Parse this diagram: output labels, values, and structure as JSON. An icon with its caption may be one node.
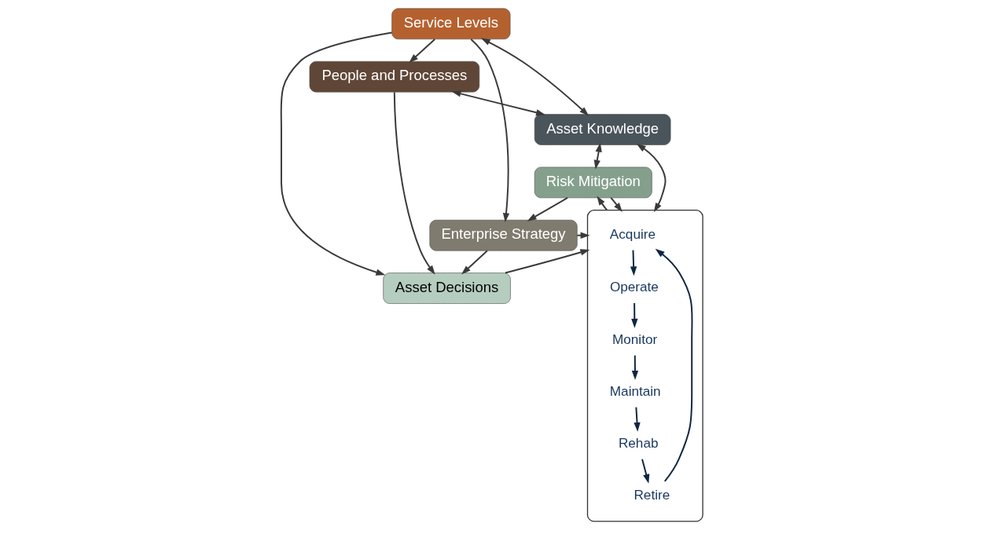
{
  "diagram": {
    "nodes": [
      {
        "text": [
          "Service Levels"
        ]
      },
      {
        "text": [
          "Enterprise Strategy"
        ]
      },
      {
        "text": [
          "Asset Decisions"
        ]
      },
      {
        "text": [
          "People and Processes"
        ]
      },
      {
        "text": [
          "Asset Knowledge"
        ]
      },
      {
        "text": [
          "Risk Mitigation"
        ]
      },
      {
        "text": [],
        "shape": "box"
      },
      {
        "text": [
          "Acquire"
        ],
        "in": 6
      },
      {
        "text": [
          "Operate"
        ],
        "in": 6
      },
      {
        "text": [
          "Monitor"
        ],
        "in": 6
      },
      {
        "text": [
          "Maintain"
        ],
        "in": 6
      },
      {
        "text": [
          "Rehab"
        ],
        "in": 6
      },
      {
        "text": [
          "Retire"
        ],
        "in": 6
      }
    ],
    "edges": [
      {
        "from": 0,
        "to": 1,
        "arrow": "to"
      },
      {
        "from": 0,
        "to": 2,
        "arrow": "to"
      },
      {
        "from": 0,
        "to": 3,
        "arrow": "to"
      },
      {
        "from": 0,
        "to": 4,
        "arrow": "both"
      },
      {
        "from": 1,
        "to": 2,
        "arrow": "to"
      },
      {
        "from": 1,
        "to": 6,
        "arrow": "to"
      },
      {
        "from": 3,
        "to": 2,
        "arrow": "to"
      },
      {
        "from": 3,
        "to": 4,
        "arrow": "both"
      },
      {
        "from": 2,
        "to": 6,
        "arrow": "to"
      },
      {
        "from": 5,
        "to": 6,
        "arrow": "to"
      },
      {
        "from": 6,
        "to": 5,
        "arrow": "to"
      },
      {
        "from": 5,
        "to": 1,
        "arrow": "to"
      },
      {
        "from": 6,
        "to": 4,
        "arrow": "both"
      },
      {
        "from": 4,
        "to": 5,
        "arrow": "both"
      },
      {
        "from": 7,
        "to": 8,
        "arrow": "to",
        "color": "#0f2742"
      },
      {
        "from": 8,
        "to": 9,
        "arrow": "to",
        "color": "#0f2742"
      },
      {
        "from": 9,
        "to": 10,
        "arrow": "to",
        "color": "#0f2742"
      },
      {
        "from": 10,
        "to": 11,
        "arrow": "to",
        "color": "#0f2742"
      },
      {
        "from": 11,
        "to": 12,
        "arrow": "to",
        "color": "#0f2742"
      },
      {
        "from": 12,
        "to": 7,
        "arrow": "to",
        "color": "#0f2742"
      }
    ]
  }
}
